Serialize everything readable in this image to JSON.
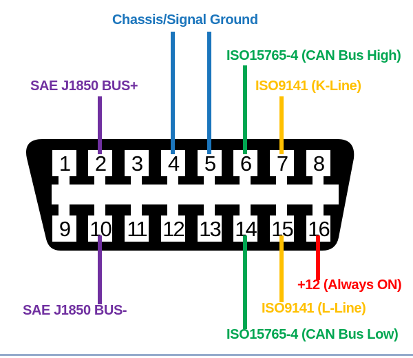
{
  "colors": {
    "purple": "#7030A0",
    "blue": "#1B75BC",
    "green": "#00A651",
    "yellow": "#FFC000",
    "red": "#FF0000",
    "connector_body": "#000000",
    "background": "#FFFFFF"
  },
  "connector": {
    "pins": [
      "1",
      "2",
      "3",
      "4",
      "5",
      "6",
      "7",
      "8",
      "9",
      "10",
      "11",
      "12",
      "13",
      "14",
      "15",
      "16"
    ]
  },
  "labels": {
    "chassis_ground": {
      "text": "Chassis/Signal Ground",
      "pins": "4, 5",
      "color": "#1B75BC"
    },
    "can_high": {
      "text": "ISO15765-4 (CAN Bus High)",
      "pins": "6",
      "color": "#00A651"
    },
    "k_line": {
      "text": "ISO9141 (K-Line)",
      "pins": "7",
      "color": "#FFC000"
    },
    "sae_bus_plus": {
      "text": "SAE J1850 BUS+",
      "pins": "2",
      "color": "#7030A0"
    },
    "sae_bus_minus": {
      "text": "SAE J1850 BUS-",
      "pins": "10",
      "color": "#7030A0"
    },
    "can_low": {
      "text": "ISO15765-4 (CAN Bus Low)",
      "pins": "14",
      "color": "#00A651"
    },
    "l_line": {
      "text": "ISO9141 (L-Line)",
      "pins": "15",
      "color": "#FFC000"
    },
    "power": {
      "text": "+12 (Always ON)",
      "pins": "16",
      "color": "#FF0000"
    }
  }
}
